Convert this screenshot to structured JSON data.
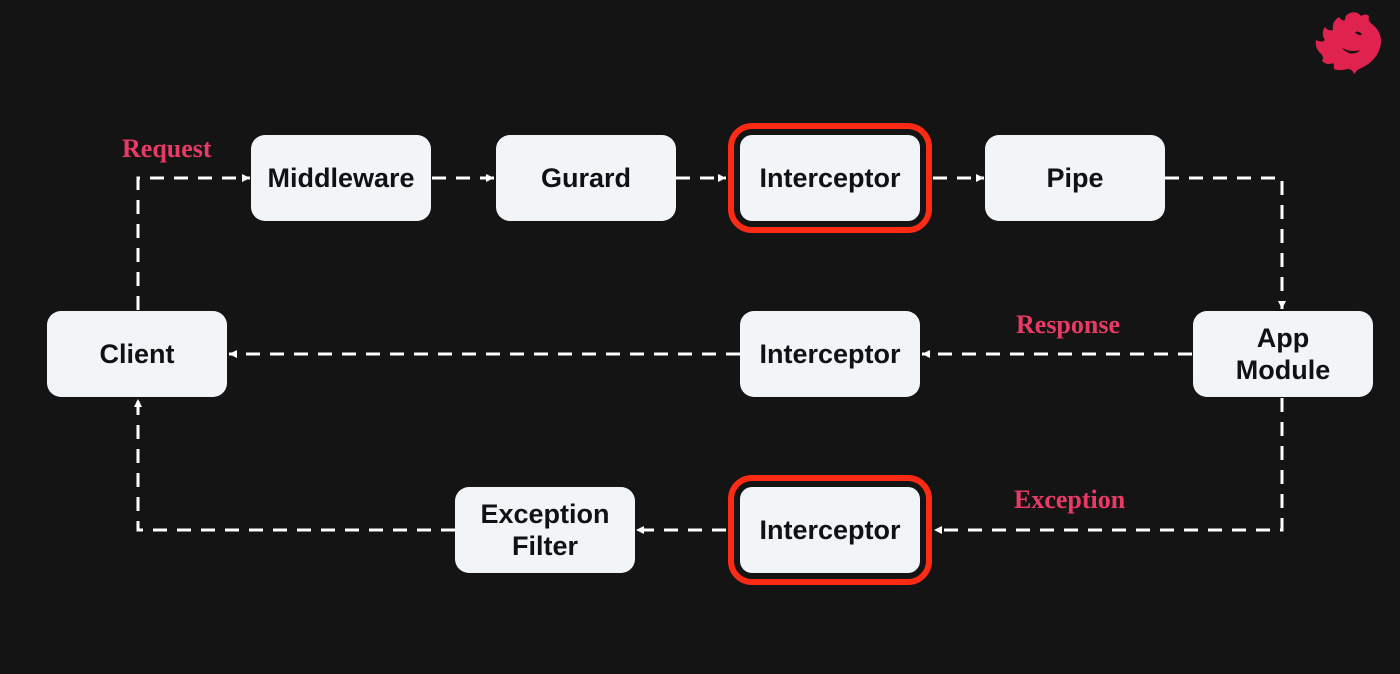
{
  "nodes": {
    "client": "Client",
    "middleware": "Middleware",
    "guard": "Gurard",
    "interceptor_request": "Interceptor",
    "pipe": "Pipe",
    "app_module_line1": "App",
    "app_module_line2": "Module",
    "interceptor_response": "Interceptor",
    "interceptor_exception": "Interceptor",
    "exception_filter_line1": "Exception",
    "exception_filter_line2": "Filter"
  },
  "labels": {
    "request": "Request",
    "response": "Response",
    "exception": "Exception"
  },
  "colors": {
    "background": "#141414",
    "node_fill": "#f2f5f8",
    "connector": "#ffffff",
    "highlight": "#ff2a14",
    "label": "#e83a64",
    "logo": "#e0234e"
  },
  "logo_icon": "nestjs-logo-icon"
}
